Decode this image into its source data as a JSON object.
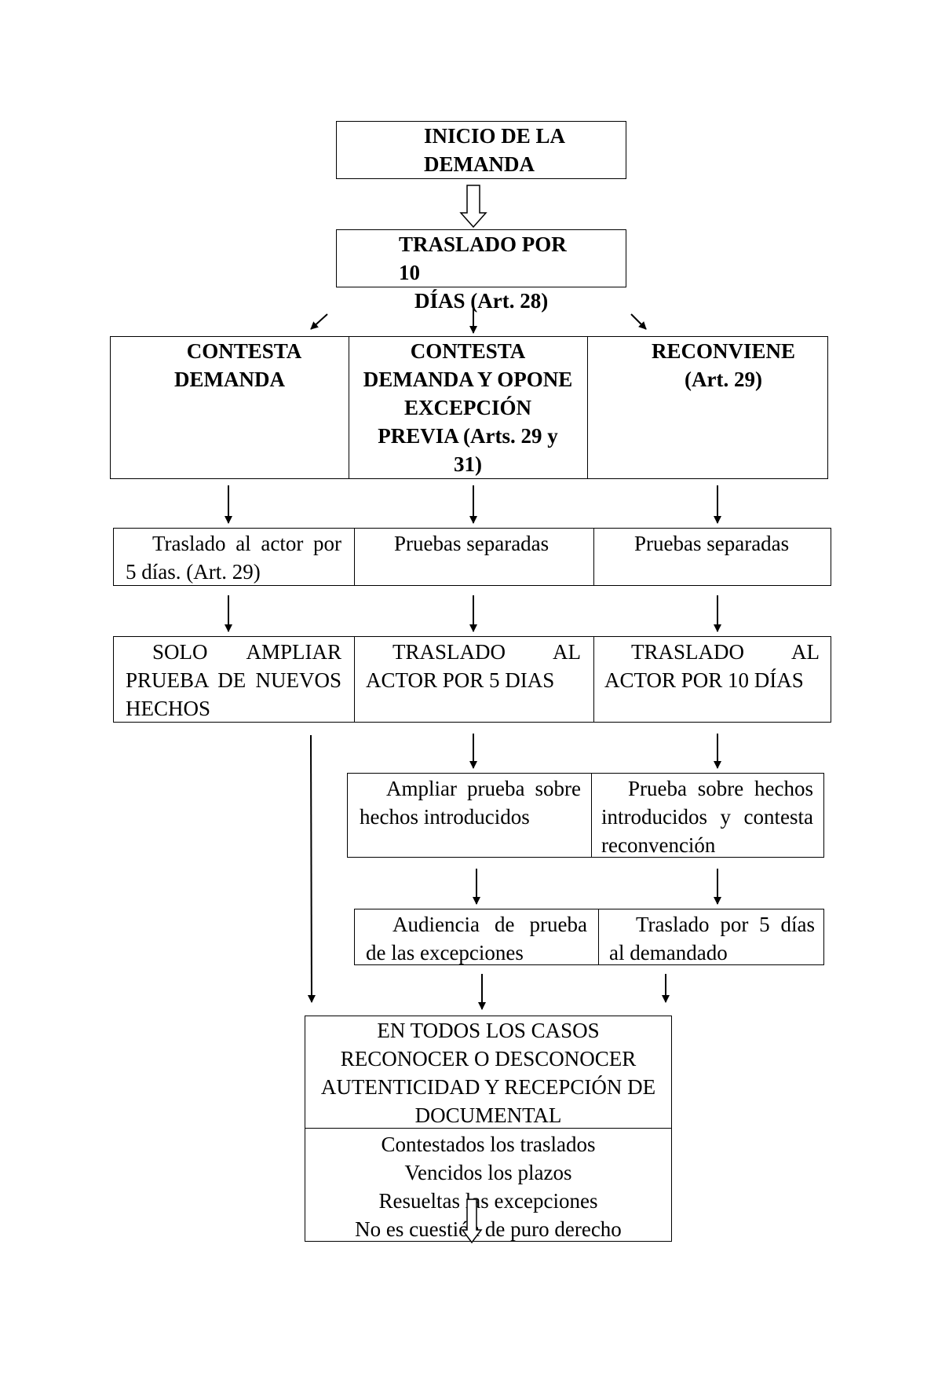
{
  "start": {
    "line1": "INICIO DE LA",
    "line2": "DEMANDA"
  },
  "traslado10": {
    "line1": "TRASLADO POR 10",
    "line2": "DÍAS (Art. 28)"
  },
  "branch_left": {
    "line1": "CONTESTA",
    "line2": "DEMANDA"
  },
  "branch_mid": {
    "line1": "CONTESTA",
    "line2": "DEMANDA Y OPONE",
    "line3": "EXCEPCIÓN",
    "line4": "PREVIA (Arts. 29 y",
    "line5": "31)"
  },
  "branch_right": {
    "line1": "RECONVIENE",
    "line2": "(Art. 29)"
  },
  "row2": {
    "left": "Traslado al actor por 5 días. (Art. 29)",
    "mid": "Pruebas separadas",
    "right": "Pruebas separadas"
  },
  "row3": {
    "left": "SOLO AMPLIAR PRUEBA DE NUEVOS HECHOS",
    "mid": "TRASLADO AL ACTOR POR 5 DIAS",
    "right": "TRASLADO AL ACTOR POR 10 DÍAS"
  },
  "row4": {
    "mid": "Ampliar prueba sobre hechos introducidos",
    "right": "Prueba sobre hechos introducidos y contesta reconvención"
  },
  "row5": {
    "mid": "Audiencia de prueba de las excepciones",
    "right": "Traslado por 5 días al demandado"
  },
  "final": {
    "line1": "EN TODOS LOS CASOS",
    "line2": "RECONOCER O DESCONOCER",
    "line3": "AUTENTICIDAD Y RECEPCIÓN DE",
    "line4": "DOCUMENTAL"
  },
  "conditions": [
    "Contestados los traslados",
    "Vencidos los plazos",
    "Resueltas las excepciones",
    "No es cuestión de puro derecho"
  ]
}
